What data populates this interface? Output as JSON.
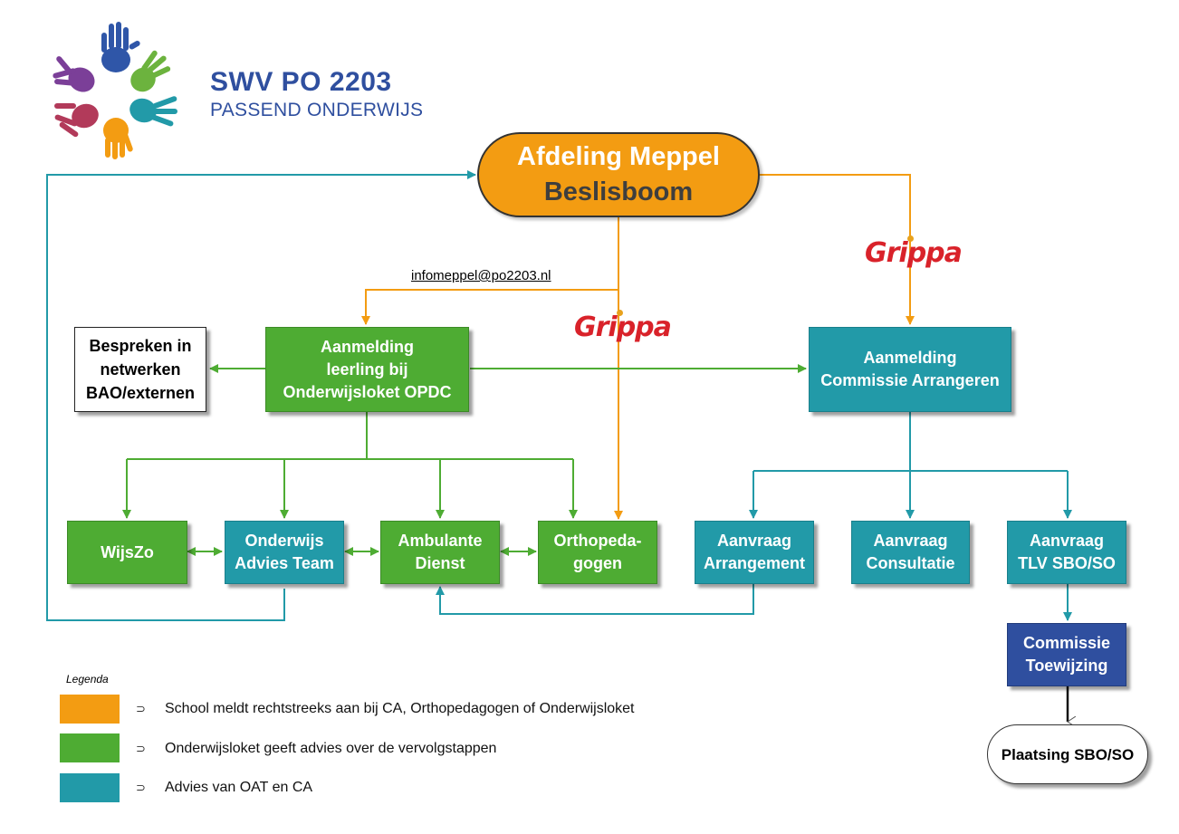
{
  "brand": {
    "name": "SWV PO 2203",
    "subtitle": "PASSEND ONDERWIJS"
  },
  "title": {
    "line1": "Afdeling Meppel",
    "line2": "Beslisboom"
  },
  "email": "infomeppel@po2203.nl",
  "grippa_text": "Grippa",
  "nodes": {
    "bespreken": "Bespreken in\nnetwerken\nBAO/externen",
    "aanmelding_opdc": "Aanmelding\nleerling bij\nOnderwijsloket OPDC",
    "aanmelding_ca": "Aanmelding\nCommissie Arrangeren",
    "wijszo": "WijsZo",
    "oat": "Onderwijs\nAdvies Team",
    "ambulante": "Ambulante\nDienst",
    "orthopedagogen": "Orthopeda-\ngogen",
    "aanvraag_arrangement": "Aanvraag\nArrangement",
    "aanvraag_consultatie": "Aanvraag\nConsultatie",
    "aanvraag_tlv": "Aanvraag\nTLV SBO/SO",
    "commissie_toewijzing": "Commissie\nToewijzing",
    "plaatsing": "Plaatsing SBO/SO"
  },
  "legend": {
    "title": "Legenda",
    "bullet": "⊃",
    "items": [
      {
        "color": "#f39c12",
        "text": "School meldt rechtstreeks aan bij CA, Orthopedagogen of Onderwijsloket"
      },
      {
        "color": "#4eac33",
        "text": "Onderwijsloket geeft advies over de vervolgstappen"
      },
      {
        "color": "#229aa8",
        "text": "Advies van OAT en CA"
      }
    ]
  },
  "colors": {
    "orange": "#f39c12",
    "green": "#4eac33",
    "teal": "#229aa8",
    "navy": "#2f4f9f",
    "brand_blue": "#2f4f9f",
    "grippa_red": "#d9222a"
  }
}
